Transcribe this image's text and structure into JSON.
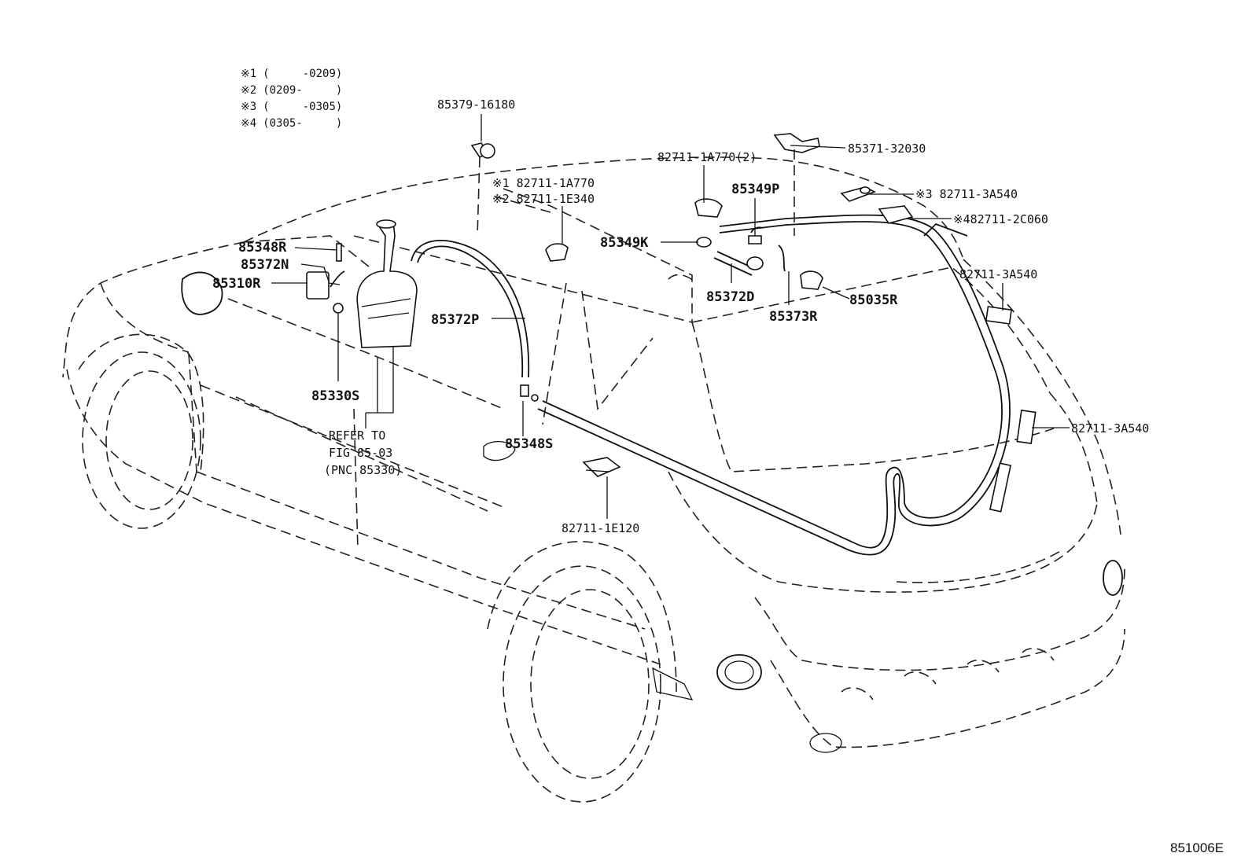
{
  "legend": [
    {
      "mark": "※1",
      "range": "(     -0209)"
    },
    {
      "mark": "※2",
      "range": "(0209-     )"
    },
    {
      "mark": "※3",
      "range": "(     -0305)"
    },
    {
      "mark": "※4",
      "range": "(0305-     )"
    }
  ],
  "parts": {
    "p85379_16180": "85379-16180",
    "p82711_1A770_2": "82711-1A770(2)",
    "p85371_32030": "85371-32030",
    "note1": "※1 82711-1A770",
    "note2": "※2 82711-1E340",
    "p85349P": "85349P",
    "note3": "※3 82711-3A540",
    "note4": "※482711-2C060",
    "p85348R": "85348R",
    "p85372N": "85372N",
    "p85310R": "85310R",
    "p85349K": "85349K",
    "p85372D": "85372D",
    "p85035R": "85035R",
    "p85373R": "85373R",
    "p85372P": "85372P",
    "p82711_3A540_a": "82711-3A540",
    "p85330S": "85330S",
    "p85348S": "85348S",
    "p82711_3A540_b": "82711-3A540",
    "p82711_1E120": "82711-1E120"
  },
  "refer": {
    "line1": "REFER TO",
    "line2": "FIG 85-03",
    "line3": "(PNC 85330)"
  },
  "diagram_code": "851006E"
}
